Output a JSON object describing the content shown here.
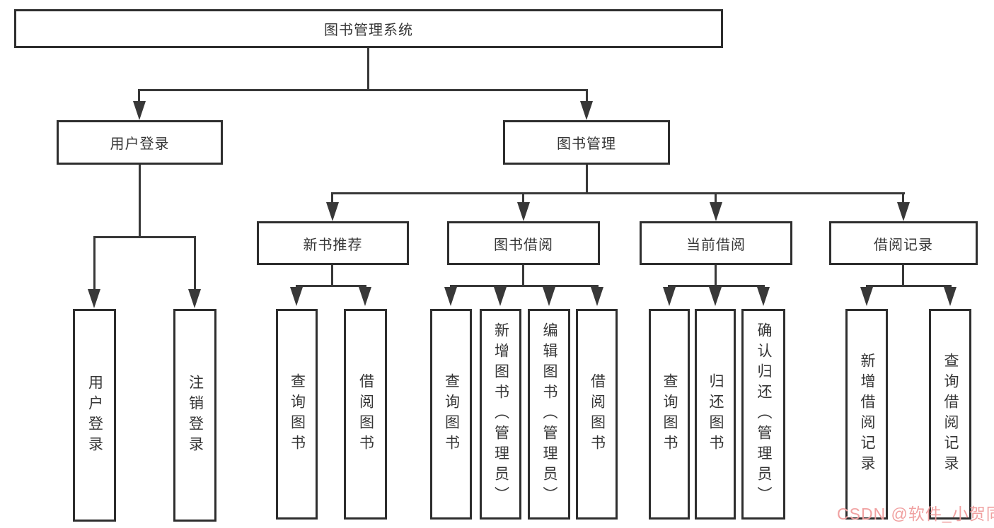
{
  "diagram": {
    "title_node": "图书管理系统",
    "root": {
      "label": "图书管理系统"
    },
    "level2": [
      {
        "id": "user-login",
        "label": "用户登录"
      },
      {
        "id": "book-management",
        "label": "图书管理"
      }
    ],
    "level3": [
      {
        "id": "new-book-recommend",
        "label": "新书推荐"
      },
      {
        "id": "book-borrowing",
        "label": "图书借阅"
      },
      {
        "id": "current-borrowing",
        "label": "当前借阅"
      },
      {
        "id": "borrowing-records",
        "label": "借阅记录"
      }
    ],
    "leaves": {
      "user_login": [
        {
          "label": "用户登录"
        },
        {
          "label": "注销登录"
        }
      ],
      "new_book_recommend": [
        {
          "label": "查询图书"
        },
        {
          "label": "借阅图书"
        }
      ],
      "book_borrowing": [
        {
          "label": "查询图书"
        },
        {
          "label": "新增图书（管理员）"
        },
        {
          "label": "编辑图书（管理员）"
        },
        {
          "label": "借阅图书"
        }
      ],
      "current_borrowing": [
        {
          "label": "查询图书"
        },
        {
          "label": "归还图书"
        },
        {
          "label": "确认归还（管理员）"
        }
      ],
      "borrowing_records": [
        {
          "label": "新增借阅记录"
        },
        {
          "label": "查询借阅记录"
        }
      ]
    }
  },
  "watermark": {
    "text": "CSDN @软件_小贺同学",
    "color": "#f09c9c"
  },
  "colors": {
    "line": "#383838",
    "border": "#2e2e2e",
    "text": "#363636",
    "background": "#ffffff"
  }
}
